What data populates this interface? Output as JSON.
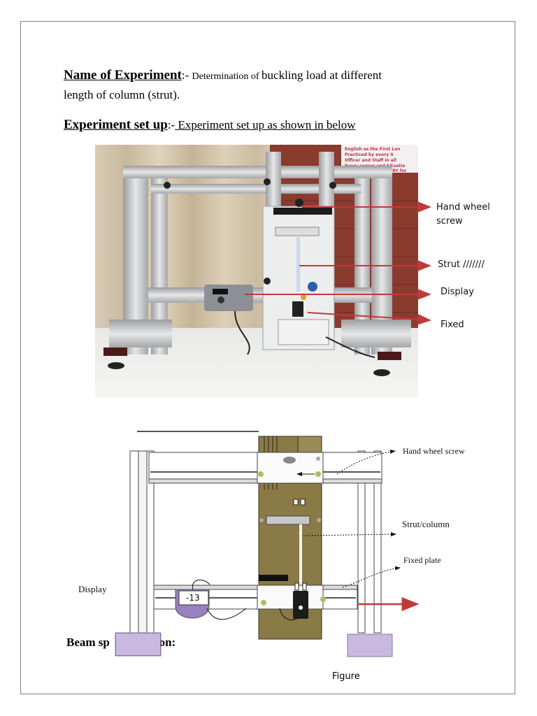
{
  "name_of_experiment": {
    "label": "Name of Experiment",
    "sep": ":- ",
    "text_small": "Determination of ",
    "text": "buckling load at different",
    "text_line2": "length of column (strut)."
  },
  "experiment_setup": {
    "label": "Experiment set up",
    "sep": ":-",
    "text": " Experiment set up as shown in below"
  },
  "photo": {
    "poster_lines": [
      "English as the First Lan",
      "Practiced by every S",
      "Officer and Staff in all",
      "Every corner and Situatio",
      "ORY for"
    ],
    "display_readout": "",
    "callouts": {
      "hand_wheel": [
        "Hand wheel",
        "screw"
      ],
      "strut": "Strut ///////",
      "display": "Display",
      "fixed": "Fixed"
    }
  },
  "diagram": {
    "hand_wheel_screw": "Hand wheel screw",
    "strut_column": "Strut/column",
    "fixed_plate": "Fixed plate",
    "display": "Display",
    "display_value": "-13",
    "beam_spec": "Beam sp",
    "beam_spec_suffix": "ion:",
    "caption": "Figure"
  },
  "colors": {
    "arrow_red": "#c0393b",
    "frame_gray": "#b4b6b8",
    "panel_olive": "#8a7a45",
    "base_lavender": "#c9b8e0"
  }
}
